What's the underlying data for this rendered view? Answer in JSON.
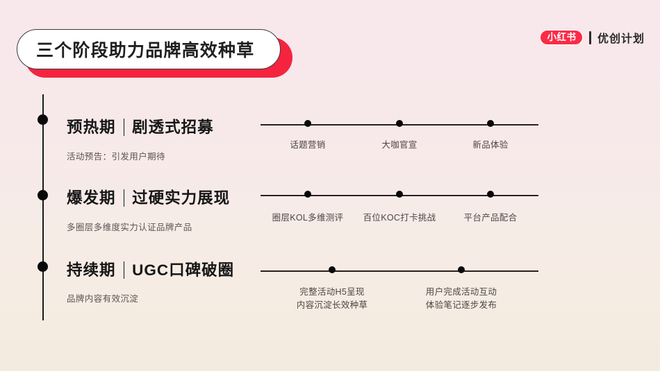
{
  "brand": {
    "logo_text": "小红书",
    "program_name": "优创计划",
    "accent_color": "#fb2c48"
  },
  "title": {
    "text": "三个阶段助力品牌高效种草",
    "shadow_color": "#f5243e"
  },
  "stages": [
    {
      "id": "stage-warmup",
      "phase": "预热期",
      "headline": "剧透式招募",
      "subtitle": "活动预告：引发用户期待",
      "milestones": [
        {
          "label_lines": [
            "话题营销"
          ],
          "x_percent": 17
        },
        {
          "label_lines": [
            "大咖官宣"
          ],
          "x_percent": 50
        },
        {
          "label_lines": [
            "新品体验"
          ],
          "x_percent": 82.75
        }
      ]
    },
    {
      "id": "stage-burst",
      "phase": "爆发期",
      "headline": "过硬实力展现",
      "subtitle": "多圈层多维度实力认证品牌产品",
      "milestones": [
        {
          "label_lines": [
            "圈层KOL多维测评"
          ],
          "x_percent": 17
        },
        {
          "label_lines": [
            "百位KOC打卡挑战"
          ],
          "x_percent": 50
        },
        {
          "label_lines": [
            "平台产品配合"
          ],
          "x_percent": 82.75
        }
      ]
    },
    {
      "id": "stage-sustain",
      "phase": "持续期",
      "headline": "UGC口碑破圈",
      "subtitle": "品牌内容有效沉淀",
      "milestones": [
        {
          "label_lines": [
            "完整活动H5呈现",
            "内容沉淀长效种草"
          ],
          "x_percent": 25.75
        },
        {
          "label_lines": [
            "用户完成活动互动",
            "体验笔记逐步发布"
          ],
          "x_percent": 72.25
        }
      ]
    }
  ],
  "layout": {
    "stage_title_tops": [
      166,
      268,
      372
    ],
    "stage_sub_tops": [
      215,
      317,
      420
    ],
    "spine_dot_tops": [
      165,
      274,
      377
    ],
    "track_tops": [
      179,
      281,
      390
    ],
    "track_label_tops": [
      200,
      305,
      412
    ]
  }
}
